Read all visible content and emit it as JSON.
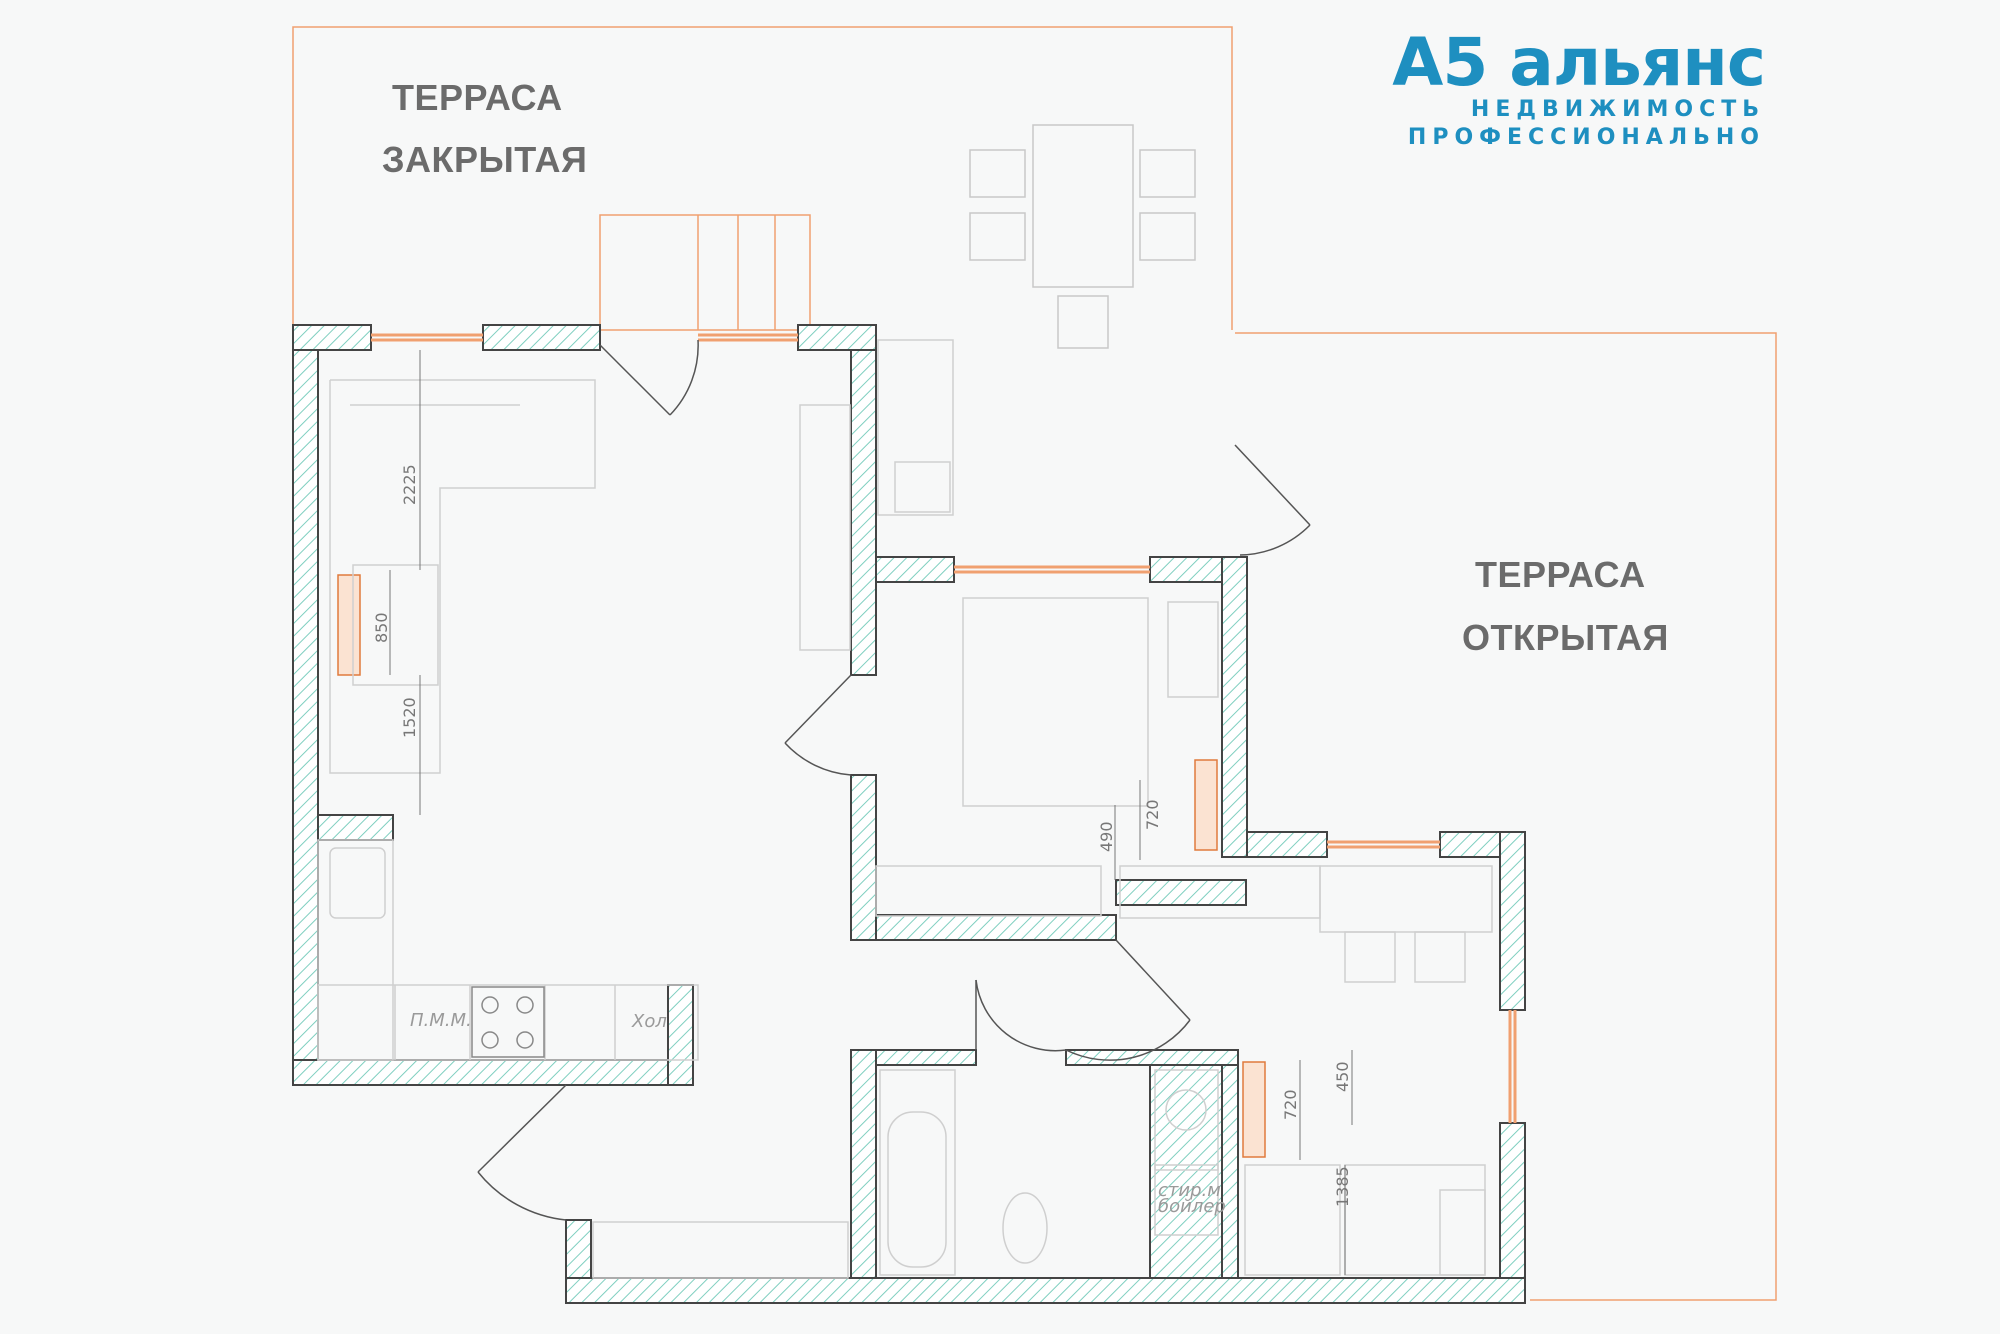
{
  "labels": {
    "terrace_closed_1": "ТЕРРАСА",
    "terrace_closed_2": "ЗАКРЫТАЯ",
    "terrace_open_1": "ТЕРРАСА",
    "terrace_open_2": "ОТКРЫТАЯ"
  },
  "brand": {
    "name": "А5 альянс",
    "line1": "НЕДВИЖИМОСТЬ",
    "line2": "ПРОФЕССИОНАЛЬНО"
  },
  "dimensions": {
    "d2225": "2225",
    "d850": "850",
    "d1520": "1520",
    "d490": "490",
    "d720a": "720",
    "d720b": "720",
    "d450": "450",
    "d1385": "1385"
  },
  "appliances": {
    "dishwasher": "П.М.М.",
    "fridge": "Хол",
    "washer": "стир.м",
    "boiler": "бойлер"
  },
  "colors": {
    "wall_hatch": "#7fcfc0",
    "window_orange": "#f0a070",
    "brand_blue": "#1e8fc0"
  }
}
